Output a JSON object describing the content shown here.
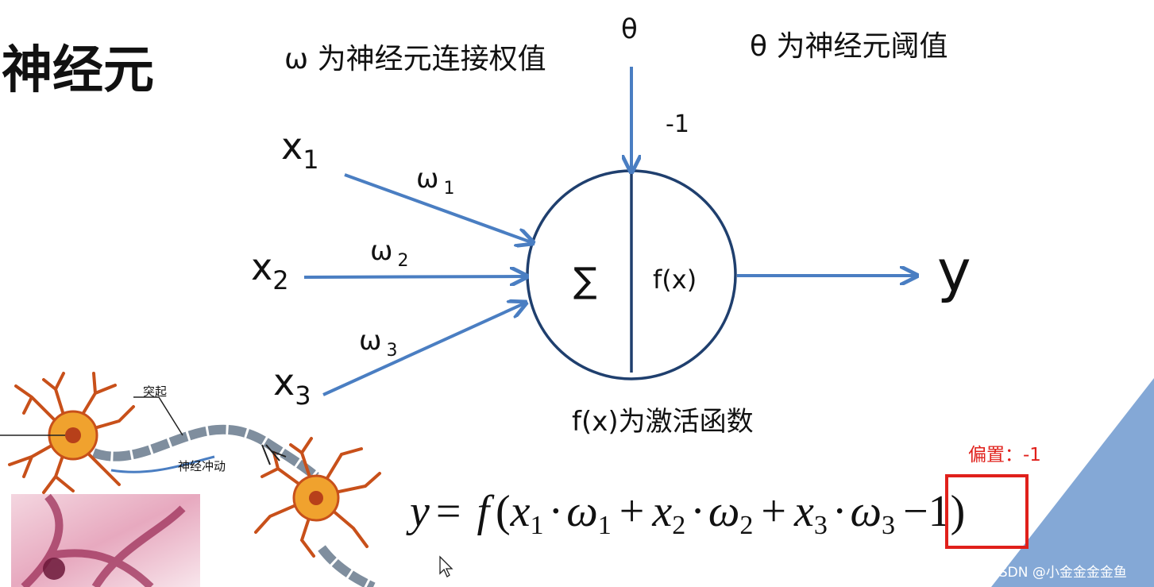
{
  "title": "神经元",
  "weight_note": "ω 为神经元连接权值",
  "theta_label": "θ",
  "threshold_note": "θ 为神经元阈值",
  "bias_input": "-1",
  "inputs": [
    {
      "base": "x",
      "sub": "1"
    },
    {
      "base": "x",
      "sub": "2"
    },
    {
      "base": "x",
      "sub": "3"
    }
  ],
  "weights": [
    {
      "base": "ω",
      "sub": "1"
    },
    {
      "base": "ω",
      "sub": "2"
    },
    {
      "base": "ω",
      "sub": "3"
    }
  ],
  "sum_symbol": "∑",
  "activation_symbol": "f(x)",
  "output_label": "y",
  "activation_note": "f(x)为激活函数",
  "bias_annotation": "偏置：-1",
  "neuron_labels": {
    "dendrite": "突起",
    "impulse": "神经冲动"
  },
  "formula": {
    "lhs": "y",
    "eq": "=",
    "f": "f",
    "open": "(",
    "x1": "x",
    "x1_sub": "1",
    "w1": "ω",
    "w1_sub": "1",
    "x2": "x",
    "x2_sub": "2",
    "w2": "ω",
    "w2_sub": "2",
    "x3": "x",
    "x3_sub": "3",
    "w3": "ω",
    "w3_sub": "3",
    "dot": "·",
    "plus": "+",
    "bias": "−1",
    "close": ")"
  },
  "watermark": "CSDN @小金金金金鱼",
  "colors": {
    "arrow": "#4a7ec2",
    "circle": "#1f3f6e",
    "text": "#111111",
    "highlight": "#e0201b",
    "triangle": "#84a8d6",
    "neuron_body": "#f0a22e",
    "neuron_edge": "#c8501a",
    "axon": "#7f8e9e",
    "tissue": "#c8638a"
  }
}
